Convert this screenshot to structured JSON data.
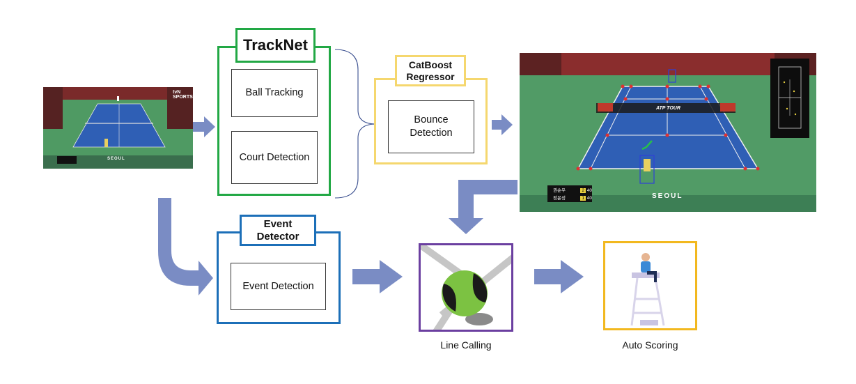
{
  "tracknet": {
    "title": "TrackNet",
    "ball_tracking": "Ball Tracking",
    "court_detection": "Court Detection"
  },
  "catboost": {
    "title_line1": "CatBoost",
    "title_line2": "Regressor",
    "bounce_line1": "Bounce",
    "bounce_line2": "Detection"
  },
  "event_detector": {
    "title_line1": "Event",
    "title_line2": "Detector",
    "event_detection": "Event Detection"
  },
  "outputs": {
    "line_calling": "Line Calling",
    "auto_scoring": "Auto Scoring"
  },
  "broadcast_small": {
    "channel_logo": "tvN SPORTS",
    "venue": "SEOUL"
  },
  "broadcast_large": {
    "venue": "SEOUL",
    "banner_text": "ATP TOUR",
    "score_player1": "권순우",
    "score_player2": "정윤성",
    "p1_sets": "2",
    "p1_game": "40",
    "p2_sets": "1",
    "p2_game": "40"
  },
  "colors": {
    "tracknet": "#22a845",
    "catboost": "#f5d76e",
    "event": "#1c6fb8",
    "line_calling": "#6b3fa0",
    "auto_scoring": "#f2b81f",
    "arrow": "#7a8cc4",
    "court_blue": "#2f5fb5",
    "court_green": "#4f9a63"
  }
}
